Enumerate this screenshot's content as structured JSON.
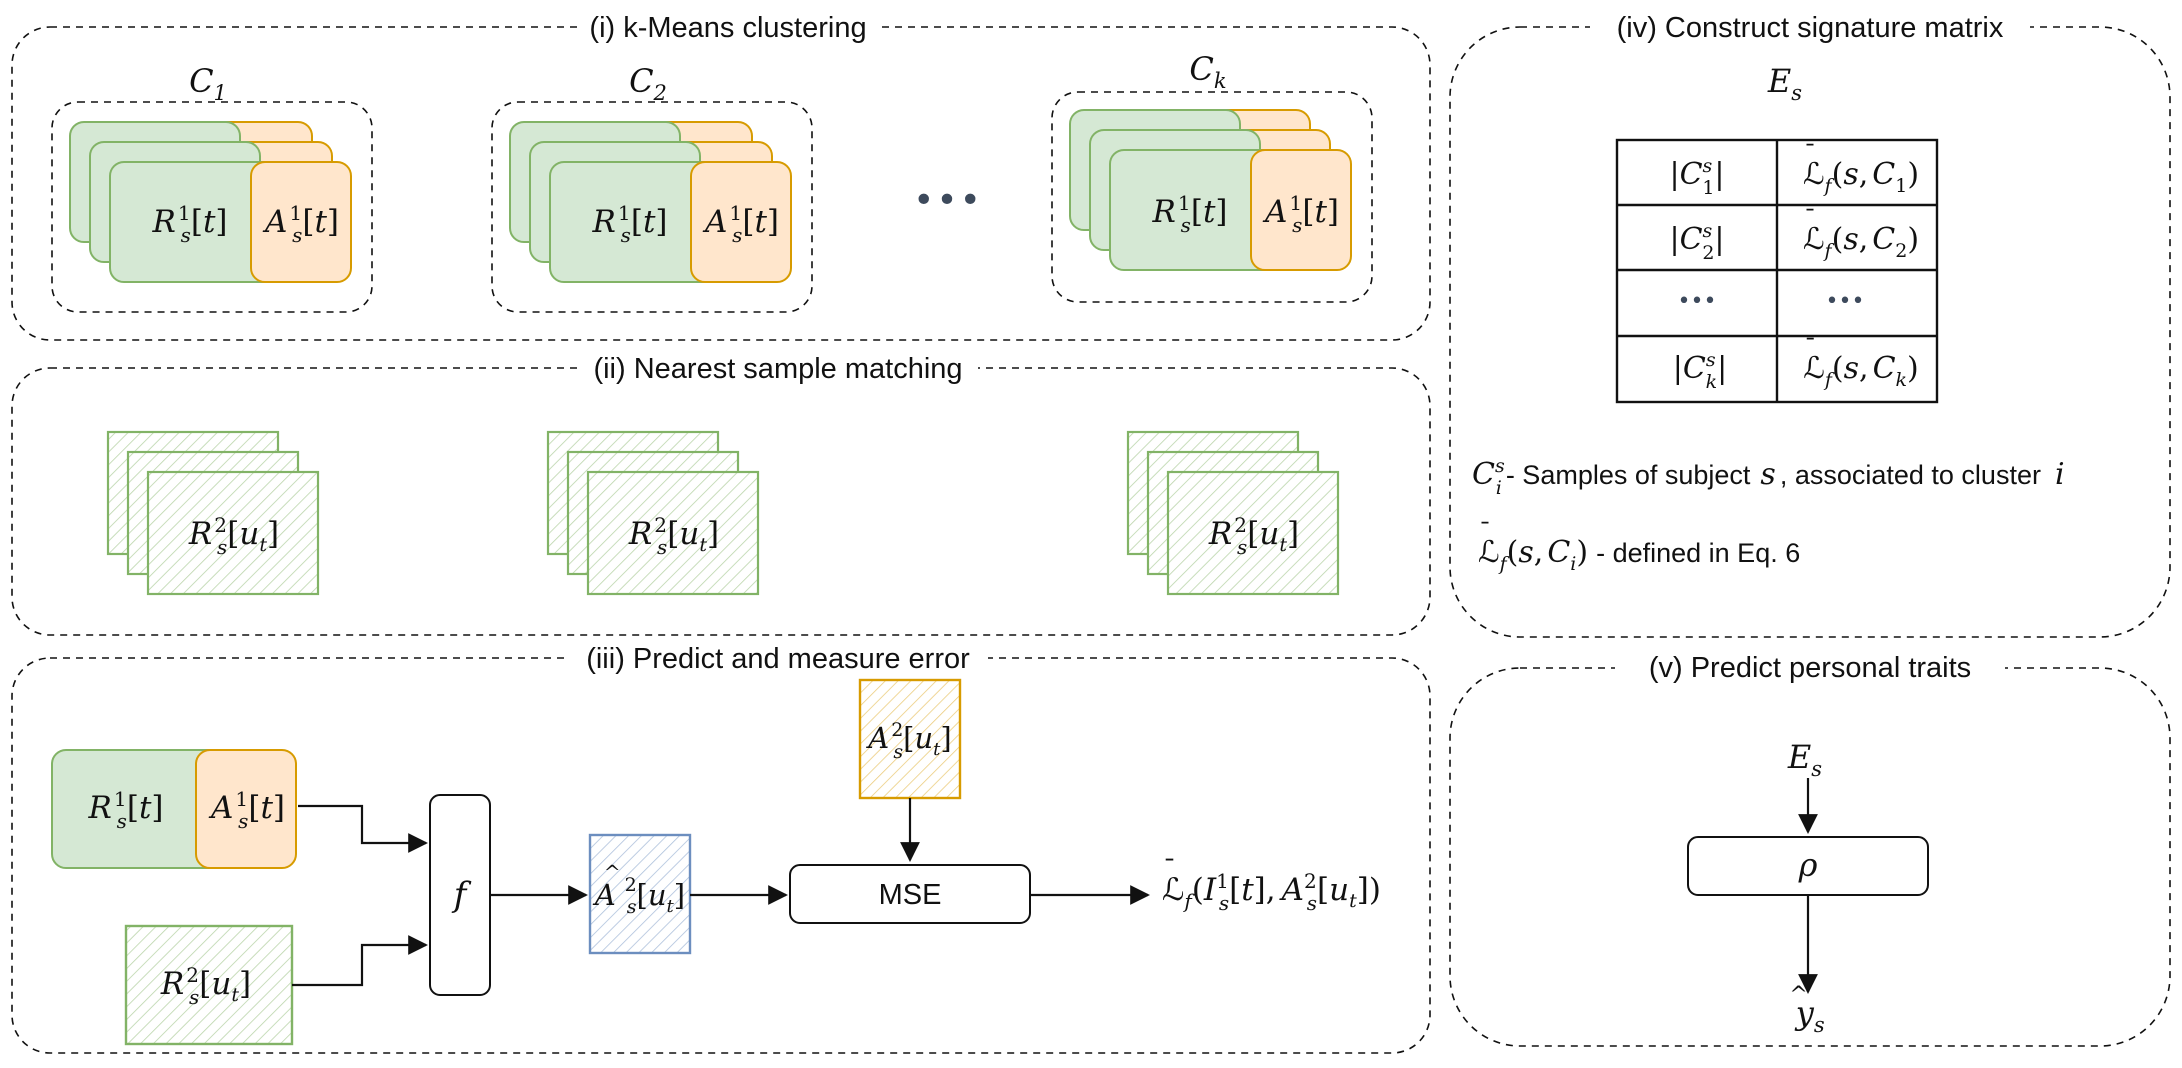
{
  "sections": {
    "kmeans": "(i) k-Means clustering",
    "nearest": "(ii) Nearest sample matching",
    "predict": "(iii) Predict and measure error",
    "signature": "(iv) Construct signature matrix",
    "traits": "(v) Predict personal traits"
  },
  "clusters": [
    {
      "base": "C",
      "sub": "1"
    },
    {
      "base": "C",
      "sub": "2"
    },
    {
      "base": "C",
      "sub": "k"
    }
  ],
  "math": {
    "R": "R",
    "A": "A",
    "s": "s",
    "sup1": "1",
    "sup2": "2",
    "t": "t",
    "u": "u",
    "ut_sub": "t",
    "lb": "[",
    "rb": "]",
    "f": "f",
    "rho": "ρ",
    "E": "E",
    "y": "y",
    "hat": "^",
    "L": "ℒ",
    "bar": "¯",
    "I": "I",
    "lp": "(",
    "rp": ")",
    "comma": ",",
    "pipe": "|",
    "i": "i",
    "C": "C",
    "k": "k",
    "sub1": "1",
    "sub2": "2"
  },
  "ellipsis": "•••",
  "mse_label": "MSE",
  "legend": {
    "cis_desc": "- Samples of subject",
    "cis_desc2": ", associated to cluster",
    "lf_desc": "- defined in Eq. 6"
  },
  "colors": {
    "green_fill": "#d5e8d4",
    "green_stroke": "#82b366",
    "orange_fill": "#ffe6cc",
    "orange_stroke": "#d79b00",
    "blue_stroke": "#6c8ebf",
    "dots": "#3d4a5c"
  }
}
